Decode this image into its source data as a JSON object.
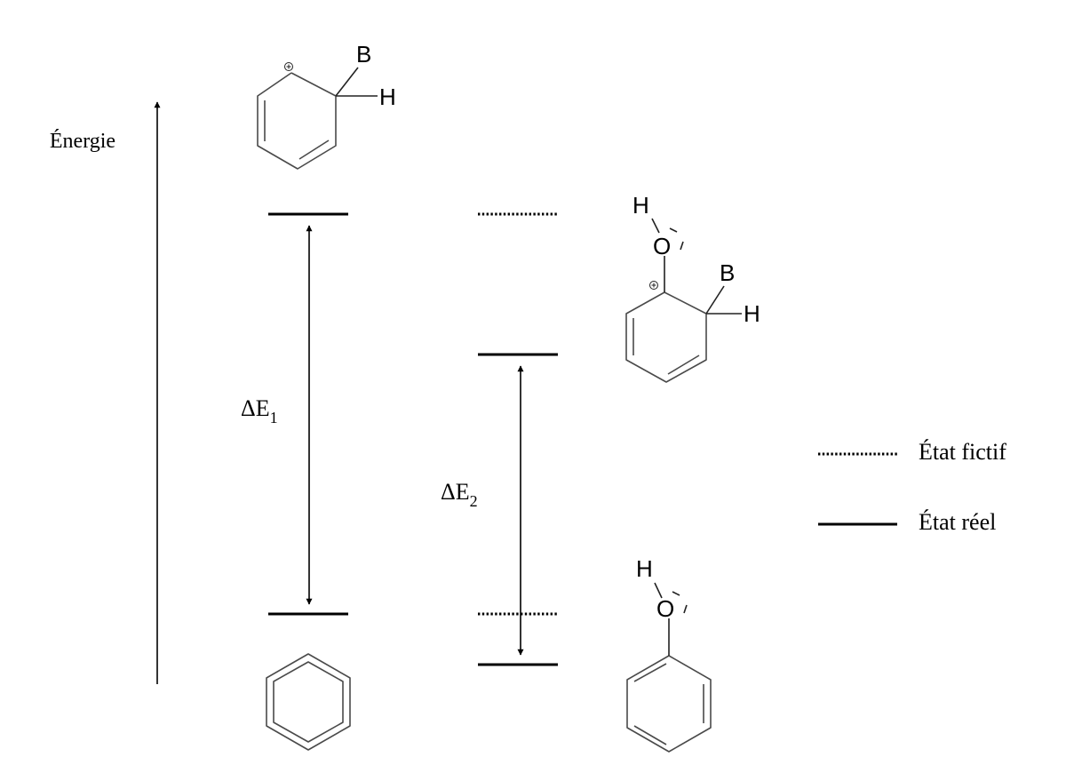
{
  "axis_label": "Énergie",
  "delta1": {
    "base": "ΔE",
    "sub": "1"
  },
  "delta2": {
    "base": "ΔE",
    "sub": "2"
  },
  "legend": {
    "fictif": "État fictif",
    "reel": "État réel"
  },
  "atoms": {
    "B": "B",
    "H": "H",
    "O": "O"
  }
}
